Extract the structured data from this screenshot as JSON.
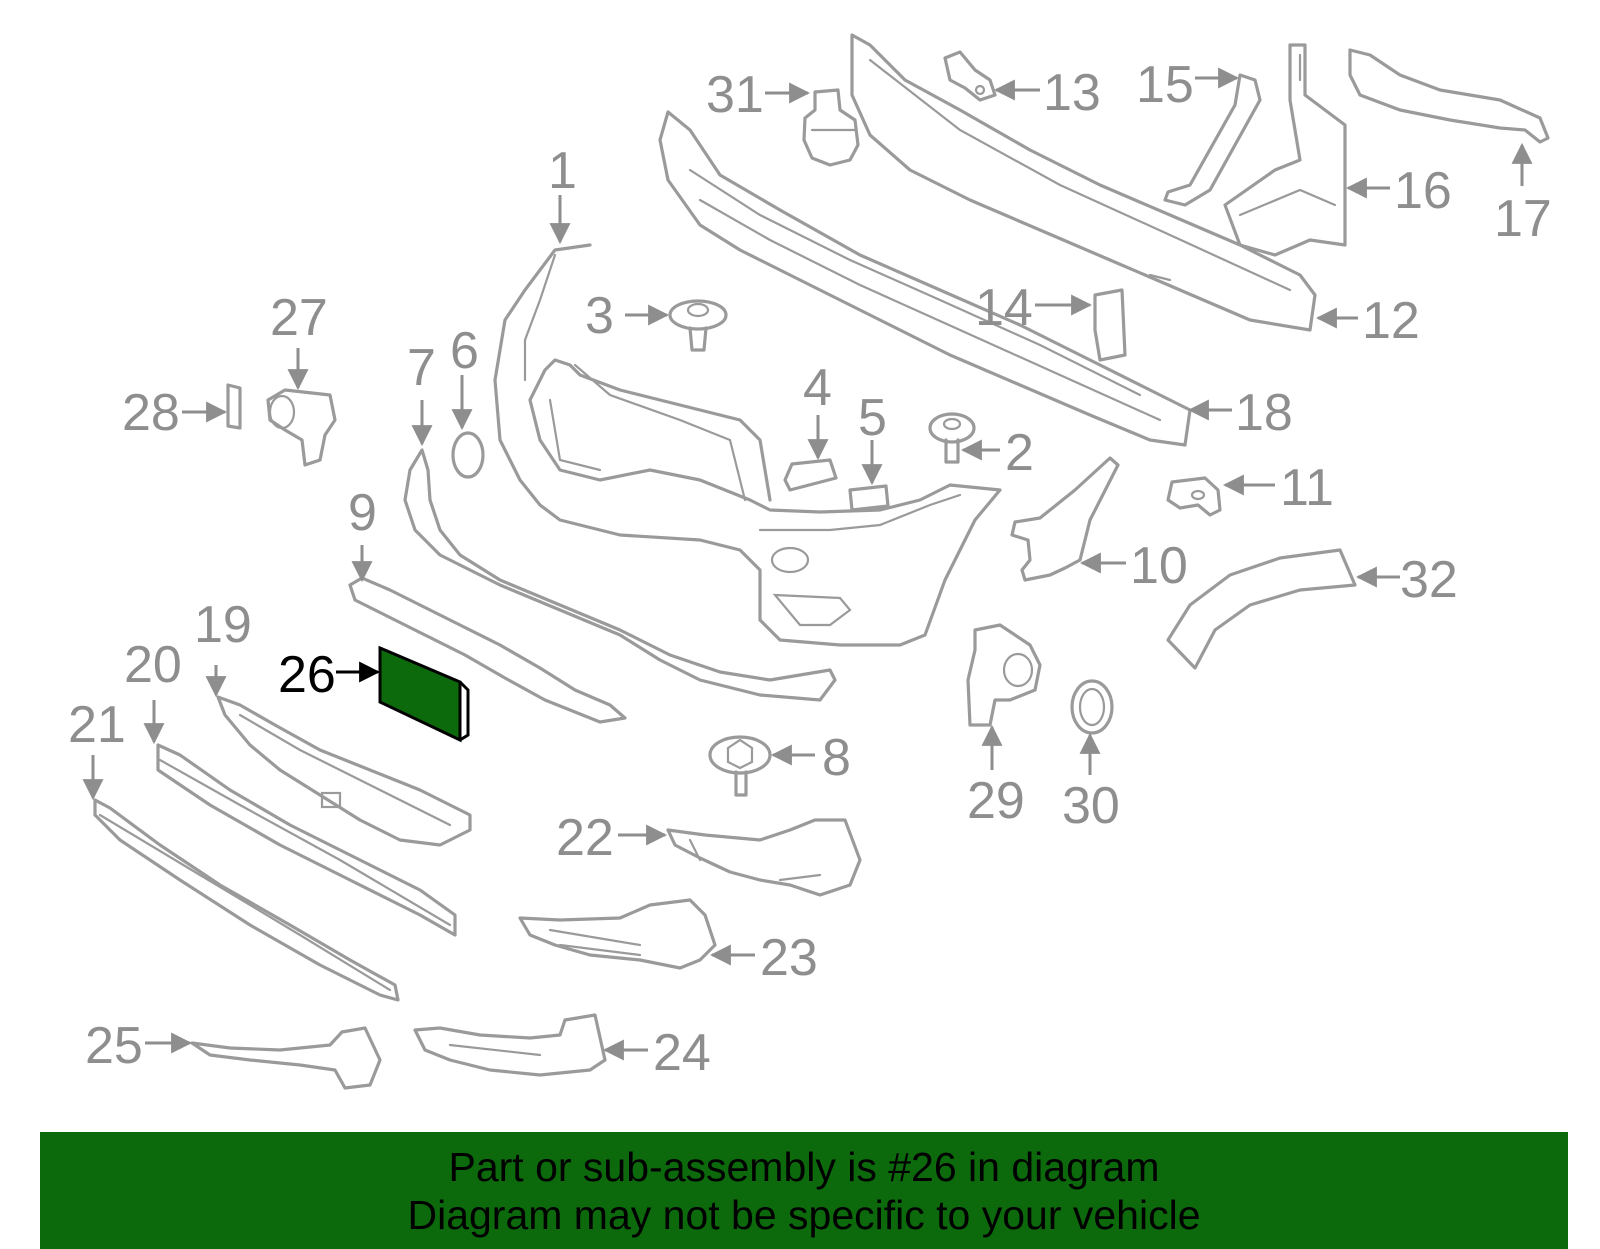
{
  "highlight_color": "#0c6a0c",
  "highlighted_part": "26",
  "labels": {
    "l1": "1",
    "l2": "2",
    "l3": "3",
    "l4": "4",
    "l5": "5",
    "l6": "6",
    "l7": "7",
    "l8": "8",
    "l9": "9",
    "l10": "10",
    "l11": "11",
    "l12": "12",
    "l13": "13",
    "l14": "14",
    "l15": "15",
    "l16": "16",
    "l17": "17",
    "l18": "18",
    "l19": "19",
    "l20": "20",
    "l21": "21",
    "l22": "22",
    "l23": "23",
    "l24": "24",
    "l25": "25",
    "l26": "26",
    "l27": "27",
    "l28": "28",
    "l29": "29",
    "l30": "30",
    "l31": "31",
    "l32": "32"
  },
  "banner": {
    "line1": "Part or sub-assembly is #26 in diagram",
    "line2": "Diagram may not be specific to your vehicle"
  }
}
